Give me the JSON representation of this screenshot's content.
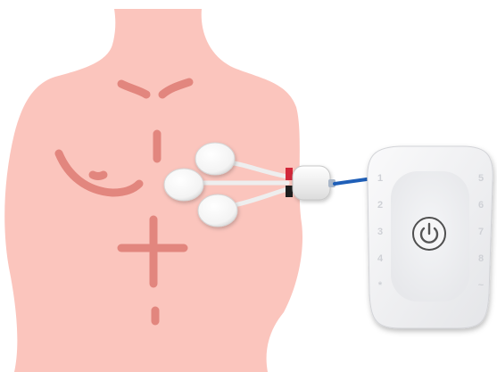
{
  "illustration": {
    "subject": "torso-with-ecg-electrodes-and-monitor",
    "colors": {
      "skin": "#fbc5bd",
      "skin_line": "#e2867e",
      "electrode": "#ffffff",
      "lead_wire": "#eeeeee",
      "connector_red": "#d2283a",
      "connector_black": "#1e1e1e",
      "cable_blue": "#1f5fb8",
      "device_body": "#f1f1f3",
      "power_icon": "#555555",
      "keypad_symbol": "#cfd1d6"
    },
    "electrode_count": 3
  },
  "device": {
    "power_button_icon": "power-icon",
    "keypad_left": [
      "1",
      "2",
      "3",
      "4",
      "*"
    ],
    "keypad_right": [
      "5",
      "6",
      "7",
      "8",
      "~"
    ]
  }
}
